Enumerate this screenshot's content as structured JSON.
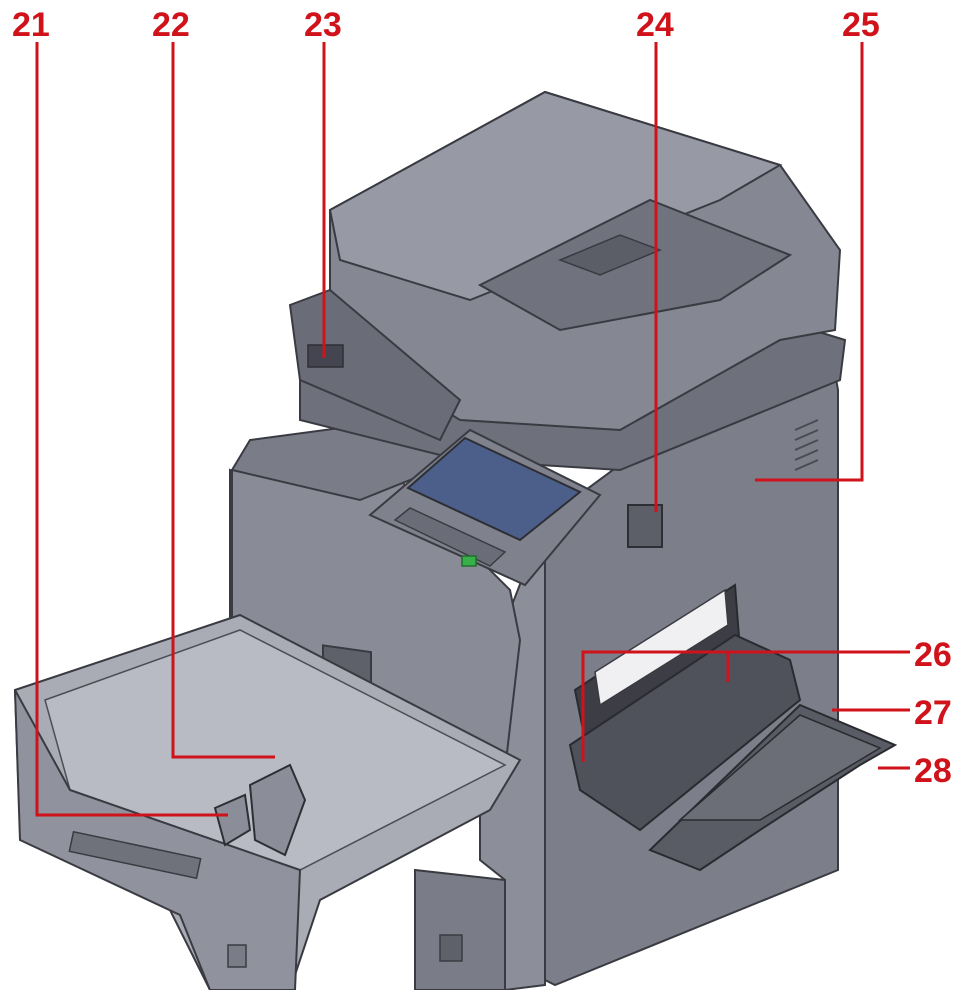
{
  "colors": {
    "callout": "#d0121b",
    "body_dark": "#55565f",
    "body_mid": "#6b6d78",
    "body_light": "#8a8c97",
    "body_lighter": "#a3a5b0",
    "screen": "#4b5f8a",
    "start_button": "#38b04a"
  },
  "callouts": [
    {
      "number": "21"
    },
    {
      "number": "22"
    },
    {
      "number": "23"
    },
    {
      "number": "24"
    },
    {
      "number": "25"
    },
    {
      "number": "26"
    },
    {
      "number": "27"
    },
    {
      "number": "28"
    }
  ]
}
